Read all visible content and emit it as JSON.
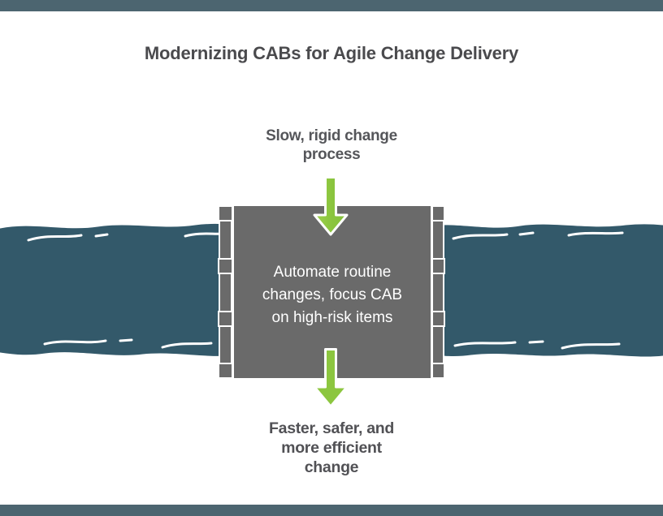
{
  "title": "Modernizing CABs for Agile Change Delivery",
  "palette": {
    "accent_bar": "#4C6570",
    "river": "#33596A",
    "box_fill": "#6A6A6A",
    "box_border": "#FFFFFF",
    "arrow_green": "#8CC63F",
    "title_color": "#4A4A4D",
    "label_color": "#55565A",
    "box_text_color": "#FFFFFF"
  },
  "diagram": {
    "before_label": {
      "lines": [
        "Slow, rigid change",
        "process"
      ]
    },
    "lock_label": {
      "lines": [
        "Automate routine",
        "changes, focus CAB",
        "on high-risk items"
      ]
    },
    "after_label": {
      "lines": [
        "Faster, safer, and",
        "more efficient",
        "change"
      ]
    },
    "icons": [
      "down-arrow-icon",
      "down-arrow-icon"
    ],
    "illustration": "canal-lock-with-river"
  }
}
